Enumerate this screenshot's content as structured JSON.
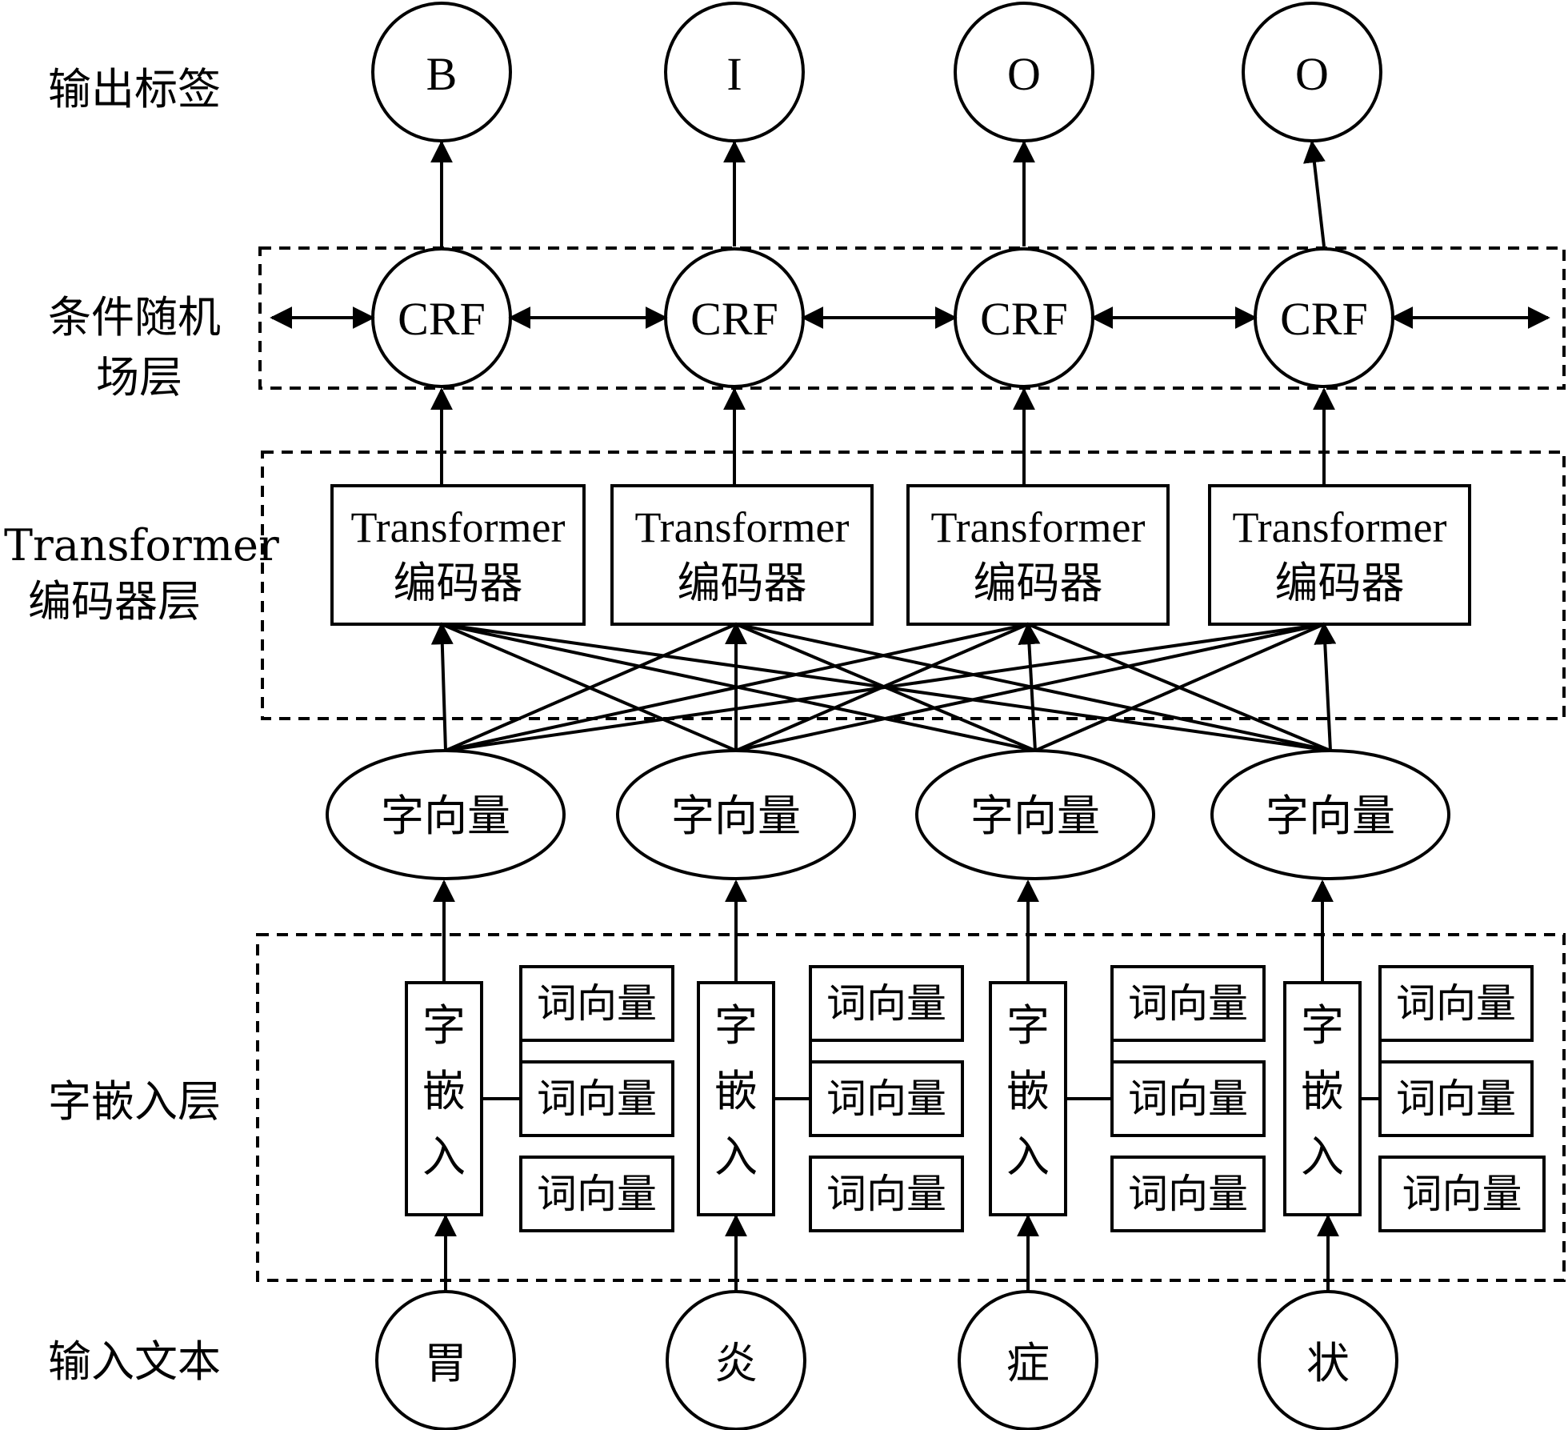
{
  "layer_labels": {
    "output": "输出标签",
    "crf_line1": "条件随机",
    "crf_line2": "场层",
    "transformer_line1": "Transformer",
    "transformer_line2": "编码器层",
    "embedding": "字嵌入层",
    "input": "输入文本"
  },
  "output_tags": [
    "B",
    "I",
    "O",
    "O"
  ],
  "crf_label": "CRF",
  "transformer_line1": "Transformer",
  "transformer_line2": "编码器",
  "char_vector_label": "字向量",
  "char_embed_chars": [
    "字",
    "嵌",
    "入"
  ],
  "word_vector_label": "词向量",
  "input_chars": [
    "胃",
    "炎",
    "症",
    "状"
  ]
}
